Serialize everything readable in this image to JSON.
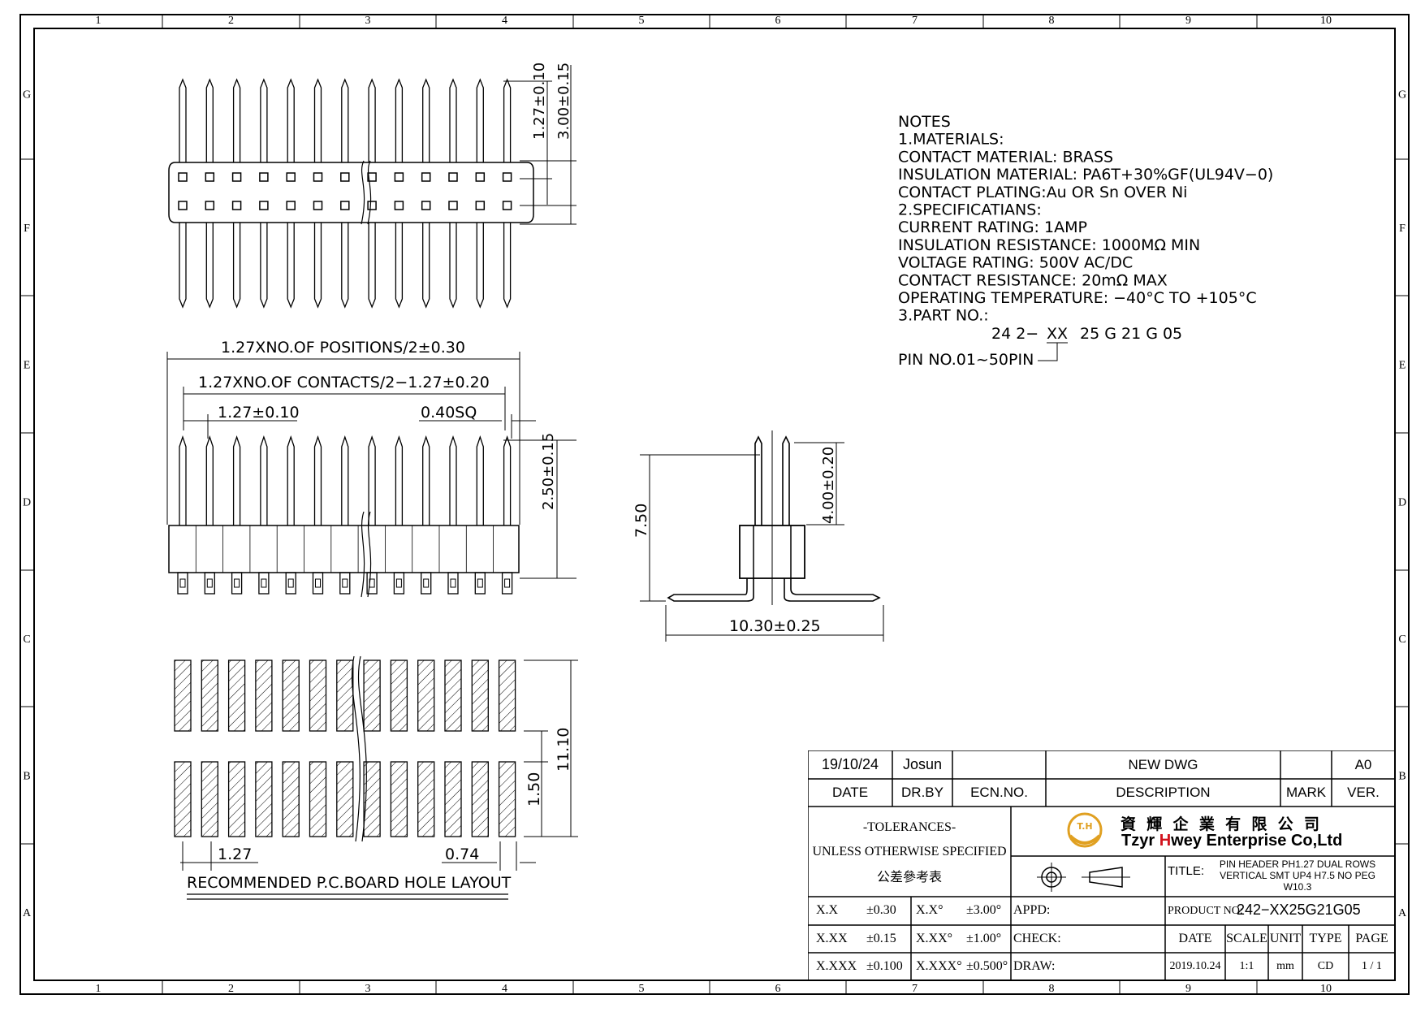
{
  "grid": {
    "columns": [
      "1",
      "2",
      "3",
      "4",
      "5",
      "6",
      "7",
      "8",
      "9",
      "10"
    ],
    "rows": [
      "G",
      "F",
      "E",
      "D",
      "C",
      "B",
      "A"
    ]
  },
  "notes": [
    "NOTES",
    "1.MATERIALS:",
    "CONTACT MATERIAL: BRASS",
    "INSULATION MATERIAL: PA6T+30%GF(UL94V−0)",
    "CONTACT PLATING:Au OR Sn OVER Ni",
    "2.SPECIFICATIANS:",
    "CURRENT RATING: 1AMP",
    "INSULATION RESISTANCE: 1000MΩ MIN",
    "VOLTAGE RATING: 500V AC/DC",
    "CONTACT RESISTANCE: 20mΩ MAX",
    "OPERATING TEMPERATURE: −40°C TO +105°C",
    "3.PART NO.:"
  ],
  "part_no_code": {
    "prefix": "24 2−",
    "xx": "XX",
    "suffix": "25 G 21 G 05",
    "pin_note": "PIN NO.01~50PIN"
  },
  "dimensions": {
    "top_pitch": "1.27±0.10",
    "top_length": "3.00±0.15",
    "positions": "1.27XNO.OF POSITIONS/2±0.30",
    "contacts": "1.27XNO.OF CONTACTS/2−1.27±0.20",
    "pitch": "1.27±0.10",
    "sq": "0.40SQ",
    "front_height": "2.50±0.15",
    "side_total": "7.50",
    "side_pin": "4.00±0.20",
    "side_width": "10.30±0.25",
    "pad_pitch": "1.27",
    "pad_width": "0.74",
    "pad_gap": "1.50",
    "pad_total": "11.10"
  },
  "layout_caption": "RECOMMENDED P.C.BOARD HOLE LAYOUT",
  "title_block": {
    "rev_date": "19/10/24",
    "rev_by": "Josun",
    "rev_ecn": "",
    "rev_desc": "NEW DWG",
    "rev_mark": "",
    "rev_ver": "A0",
    "h_date": "DATE",
    "h_drby": "DR.BY",
    "h_ecn": "ECN.NO.",
    "h_desc": "DESCRIPTION",
    "h_mark": "MARK",
    "h_ver": "VER.",
    "tol_title": "-TOLERANCES-",
    "tol_sub": "UNLESS OTHERWISE SPECIFIED",
    "tol_cn": "公差參考表",
    "company_cn": "資 輝 企 業 有 限 公 司",
    "company_en_1": "Tzyr ",
    "company_en_h": "H",
    "company_en_2": "wey Enterprise Co,Ltd",
    "logo_text": "T.H",
    "title_label": "TITLE:",
    "title_l1": "PIN HEADER PH1.27 DUAL ROWS",
    "title_l2": "VERTICAL SMT UP4 H7.5 NO PEG",
    "title_l3": "W10.3",
    "product_label": "PRODUCT NO:",
    "product_no": "242−XX25G21G05",
    "tol_rows": [
      {
        "a": "X.X",
        "b": "±0.30",
        "c": "X.X°",
        "d": "±3.00°"
      },
      {
        "a": "X.XX",
        "b": "±0.15",
        "c": "X.XX°",
        "d": "±1.00°"
      },
      {
        "a": "X.XXX",
        "b": "±0.100",
        "c": "X.XXX°",
        "d": "±0.500°"
      }
    ],
    "appd": "APPD:",
    "check": "CHECK:",
    "draw": "DRAW:",
    "col_date": "DATE",
    "col_scale": "SCALE",
    "col_unit": "UNIT",
    "col_type": "TYPE",
    "col_page": "PAGE",
    "val_date": "2019.10.24",
    "val_scale": "1:1",
    "val_unit": "mm",
    "val_type": "CD",
    "val_page": "1 / 1"
  },
  "colors": {
    "logo": "#e0a021",
    "accent_red": "#d2141e"
  }
}
